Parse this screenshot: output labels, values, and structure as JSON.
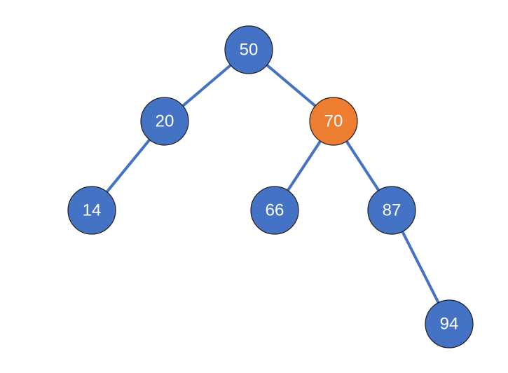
{
  "diagram": {
    "type": "binary-tree",
    "colors": {
      "node_default": "#4472C4",
      "node_highlight": "#ED7D31",
      "edge": "#4472C4",
      "label": "#FFFFFF"
    },
    "nodes": [
      {
        "id": "n50",
        "label": "50",
        "highlighted": false
      },
      {
        "id": "n20",
        "label": "20",
        "highlighted": false
      },
      {
        "id": "n70",
        "label": "70",
        "highlighted": true
      },
      {
        "id": "n14",
        "label": "14",
        "highlighted": false
      },
      {
        "id": "n66",
        "label": "66",
        "highlighted": false
      },
      {
        "id": "n87",
        "label": "87",
        "highlighted": false
      },
      {
        "id": "n94",
        "label": "94",
        "highlighted": false
      }
    ],
    "edges": [
      {
        "from": "n50",
        "to": "n20"
      },
      {
        "from": "n50",
        "to": "n70"
      },
      {
        "from": "n20",
        "to": "n14"
      },
      {
        "from": "n70",
        "to": "n66"
      },
      {
        "from": "n70",
        "to": "n87"
      },
      {
        "from": "n87",
        "to": "n94"
      }
    ]
  }
}
